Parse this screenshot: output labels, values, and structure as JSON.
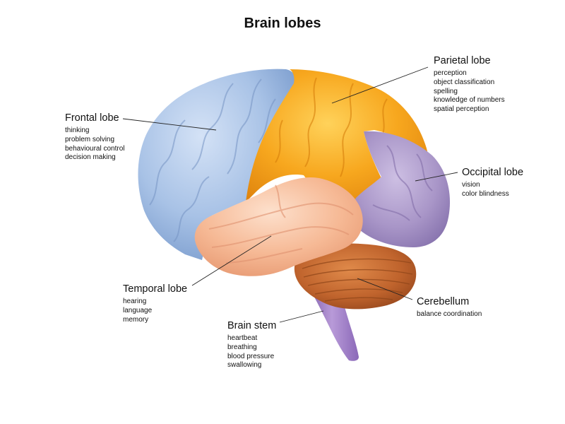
{
  "title": "Brain lobes",
  "lobes": [
    {
      "name": "Frontal lobe",
      "color": "#a8c2e6",
      "functions": [
        "thinking",
        "problem solving",
        "behavioural control",
        "decision making"
      ]
    },
    {
      "name": "Parietal lobe",
      "color": "#f3a51c",
      "functions": [
        "perception",
        "object classification",
        "spelling",
        "knowledge of numbers",
        "spatial perception"
      ]
    },
    {
      "name": "Occipital lobe",
      "color": "#a895c7",
      "functions": [
        "vision",
        "color blindness"
      ]
    },
    {
      "name": "Temporal lobe",
      "color": "#f6b893",
      "functions": [
        "hearing",
        "language",
        "memory"
      ]
    },
    {
      "name": "Cerebellum",
      "color": "#c0642d",
      "functions": [
        "balance coordination"
      ]
    },
    {
      "name": "Brain stem",
      "color": "#9c7ac0",
      "functions": [
        "heartbeat",
        "breathing",
        "blood pressure",
        "swallowing"
      ]
    }
  ]
}
